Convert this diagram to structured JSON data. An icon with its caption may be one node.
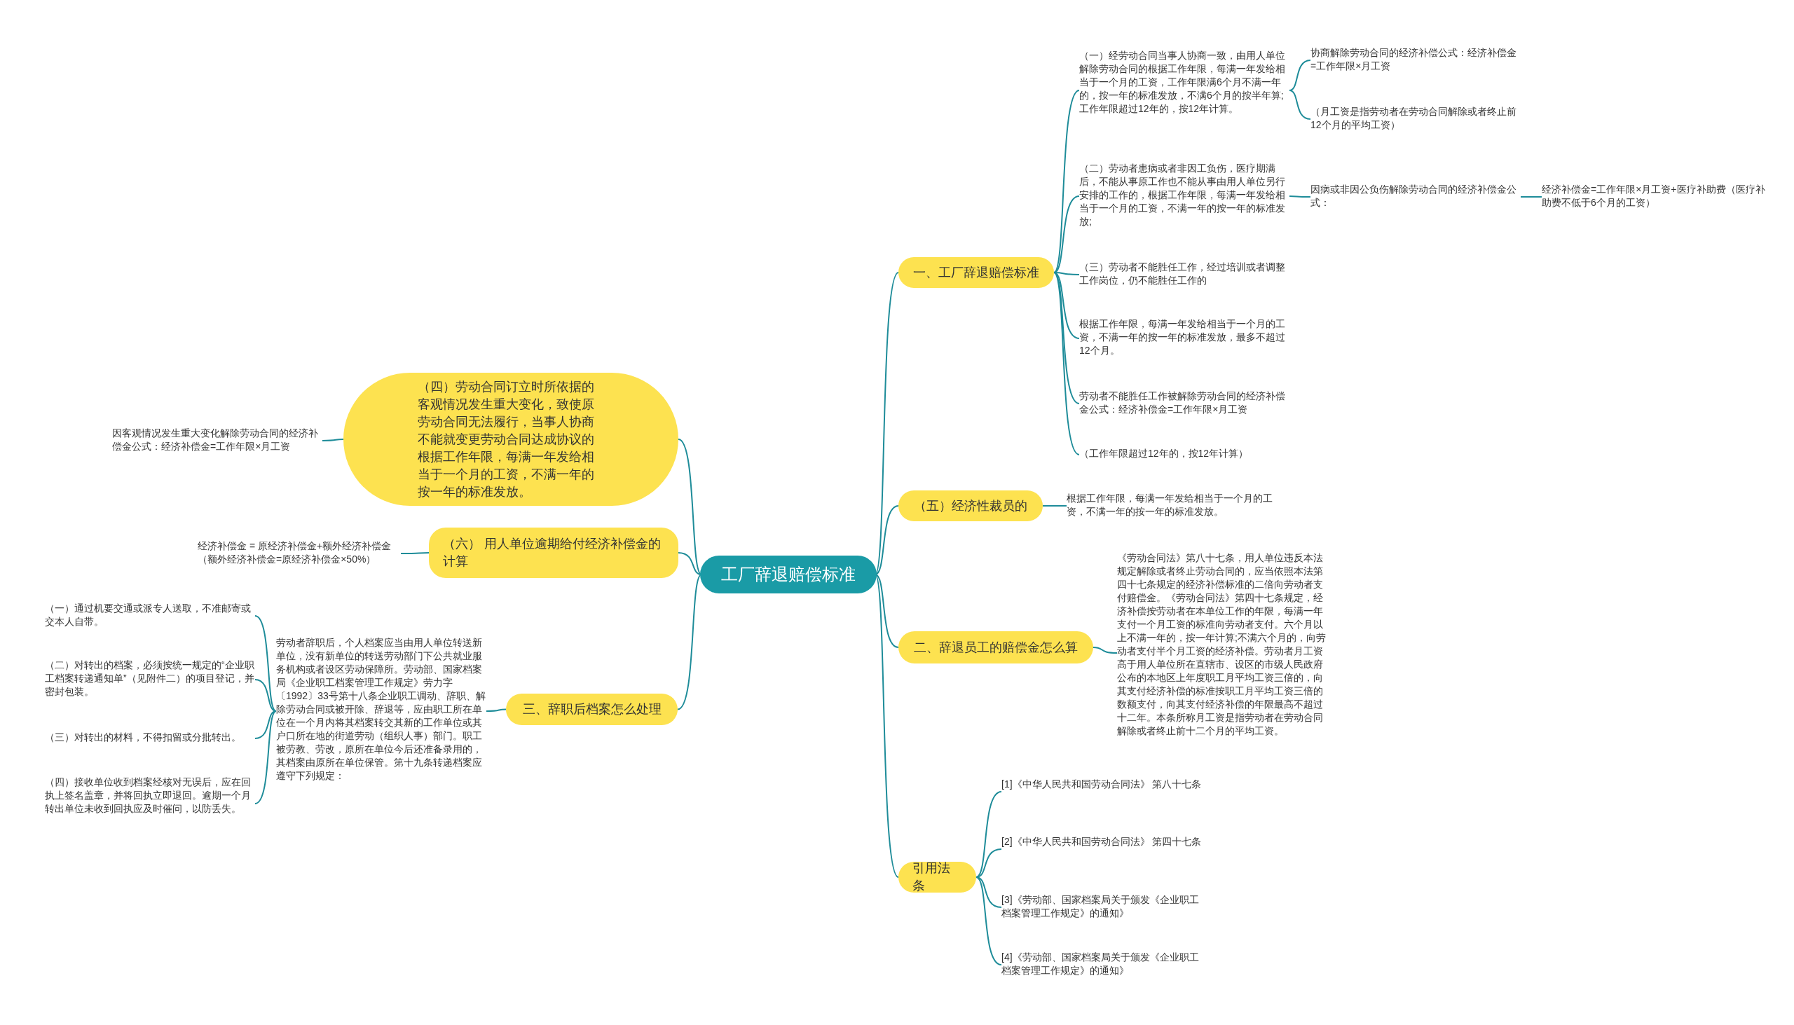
{
  "diagram": {
    "nodes": [
      {
        "text": [
          "工厂辞退赔偿标准"
        ]
      },
      {
        "text": [
          "一、工厂辞退赔偿标准"
        ]
      },
      {
        "text": [
          "（一）经劳动合同当事人协商一致，由用人单位解除劳动合同的根据工作年限，每满一年发给相当于一个月的工资，工作年限满6个月不满一年的，按一年的标准发放，不满6个月的按半年算;工作年限超过12年的，按12年计算。"
        ]
      },
      {
        "text": [
          "协商解除劳动合同的经济补偿公式：经济补偿金=工作年限×月工资"
        ]
      },
      {
        "text": [
          "（月工资是指劳动者在劳动合同解除或者终止前12个月的平均工资）"
        ]
      },
      {
        "text": [
          "（二）劳动者患病或者非因工负伤，医疗期满后，不能从事原工作也不能从事由用人单位另行安排的工作的，根据工作年限，每满一年发给相当于一个月的工资，不满一年的按一年的标准发放;"
        ]
      },
      {
        "text": [
          "因病或非因公负伤解除劳动合同的经济补偿金公式："
        ]
      },
      {
        "text": [
          "经济补偿金=工作年限×月工资+医疗补助费（医疗补助费不低于6个月的工资）"
        ]
      },
      {
        "text": [
          "（三）劳动者不能胜任工作，经过培训或者调整工作岗位，仍不能胜任工作的"
        ]
      },
      {
        "text": [
          "根据工作年限，每满一年发给相当于一个月的工资，不满一年的按一年的标准发放，最多不超过12个月。"
        ]
      },
      {
        "text": [
          "劳动者不能胜任工作被解除劳动合同的经济补偿金公式：经济补偿金=工作年限×月工资"
        ]
      },
      {
        "text": [
          "（工作年限超过12年的，按12年计算）"
        ]
      },
      {
        "text": [
          "（五）经济性裁员的"
        ]
      },
      {
        "text": [
          "根据工作年限，每满一年发给相当于一个月的工资，不满一年的按一年的标准发放。"
        ]
      },
      {
        "text": [
          "二、辞退员工的赔偿金怎么算"
        ]
      },
      {
        "text": [
          "《劳动合同法》第八十七条，用人单位违反本法规定解除或者终止劳动合同的，应当依照本法第四十七条规定的经济补偿标准的二倍向劳动者支付赔偿金。《劳动合同法》第四十七条规定，经济补偿按劳动者在本单位工作的年限，每满一年支付一个月工资的标准向劳动者支付。六个月以上不满一年的，按一年计算;不满六个月的，向劳动者支付半个月工资的经济补偿。劳动者月工资高于用人单位所在直辖市、设区的市级人民政府公布的本地区上年度职工月平均工资三倍的，向其支付经济补偿的标准按职工月平均工资三倍的数额支付，向其支付经济补偿的年限最高不超过十二年。本条所称月工资是指劳动者在劳动合同解除或者终止前十二个月的平均工资。"
        ]
      },
      {
        "text": [
          "引用法条"
        ]
      },
      {
        "text": [
          "[1]《中华人民共和国劳动合同法》 第八十七条"
        ]
      },
      {
        "text": [
          "[2]《中华人民共和国劳动合同法》 第四十七条"
        ]
      },
      {
        "text": [
          "[3]《劳动部、国家档案局关于颁发《企业职工档案管理工作规定》的通知》"
        ]
      },
      {
        "text": [
          "[4]《劳动部、国家档案局关于颁发《企业职工档案管理工作规定》的通知》"
        ]
      },
      {
        "text": [
          "三、辞职后档案怎么处理"
        ]
      },
      {
        "text": [
          "劳动者辞职后，个人档案应当由用人单位转送新单位，没有新单位的转送劳动部门下公共就业服务机构或者设区劳动保障所。劳动部、国家档案局《企业职工档案管理工作规定》劳力字〔1992〕33号第十八条企业职工调动、辞职、解除劳动合同或被开除、辞退等，应由职工所在单位在一个月内将其档案转交其新的工作单位或其户口所在地的街道劳动（组织人事）部门。职工被劳教、劳改，原所在单位今后还准备录用的，其档案由原所在单位保管。第十九条转递档案应遵守下列规定："
        ]
      },
      {
        "text": [
          "（一）通过机要交通或派专人送取，不准邮寄或交本人自带。"
        ]
      },
      {
        "text": [
          "（二）对转出的档案，必须按统一规定的“企业职工档案转递通知单”（见附件二）的项目登记，并密封包装。"
        ]
      },
      {
        "text": [
          "（三）对转出的材料，不得扣留或分批转出。"
        ]
      },
      {
        "text": [
          "（四）接收单位收到档案经核对无误后，应在回执上签名盖章，并将回执立即退回。逾期一个月转出单位未收到回执应及时催问，以防丢失。"
        ]
      },
      {
        "text": [
          "（四）劳动合同订立时所依据的客观情况发生重大变化，致使原劳动合同无法履行，当事人协商不能就变更劳动合同达成协议的根据工作年限，每满一年发给相当于一个月的工资，不满一年的按一年的标准发放。"
        ]
      },
      {
        "text": [
          "因客观情况发生重大变化解除劳动合同的经济补偿金公式：经济补偿金=工作年限×月工资"
        ]
      },
      {
        "text": [
          "（六） 用人单位逾期给付经济补偿金的计算"
        ]
      },
      {
        "text": [
          "经济补偿金 = 原经济补偿金+额外经济补偿金（额外经济补偿金=原经济补偿金×50%）"
        ]
      }
    ],
    "edges": [
      {
        "from": 0,
        "to": 1,
        "arrow": "none"
      },
      {
        "from": 1,
        "to": 2,
        "arrow": "none"
      },
      {
        "from": 2,
        "to": 3,
        "arrow": "none"
      },
      {
        "from": 2,
        "to": 4,
        "arrow": "none"
      },
      {
        "from": 1,
        "to": 5,
        "arrow": "none"
      },
      {
        "from": 5,
        "to": 6,
        "arrow": "none"
      },
      {
        "from": 6,
        "to": 7,
        "arrow": "none"
      },
      {
        "from": 1,
        "to": 8,
        "arrow": "none"
      },
      {
        "from": 1,
        "to": 9,
        "arrow": "none"
      },
      {
        "from": 1,
        "to": 10,
        "arrow": "none"
      },
      {
        "from": 1,
        "to": 11,
        "arrow": "none"
      },
      {
        "from": 0,
        "to": 12,
        "arrow": "none"
      },
      {
        "from": 12,
        "to": 13,
        "arrow": "none"
      },
      {
        "from": 0,
        "to": 14,
        "arrow": "none"
      },
      {
        "from": 14,
        "to": 15,
        "arrow": "none"
      },
      {
        "from": 0,
        "to": 16,
        "arrow": "none"
      },
      {
        "from": 16,
        "to": 17,
        "arrow": "none"
      },
      {
        "from": 16,
        "to": 18,
        "arrow": "none"
      },
      {
        "from": 16,
        "to": 19,
        "arrow": "none"
      },
      {
        "from": 16,
        "to": 20,
        "arrow": "none"
      },
      {
        "from": 0,
        "to": 21,
        "arrow": "none"
      },
      {
        "from": 21,
        "to": 22,
        "arrow": "none"
      },
      {
        "from": 22,
        "to": 23,
        "arrow": "none"
      },
      {
        "from": 22,
        "to": 24,
        "arrow": "none"
      },
      {
        "from": 22,
        "to": 25,
        "arrow": "none"
      },
      {
        "from": 22,
        "to": 26,
        "arrow": "none"
      },
      {
        "from": 0,
        "to": 27,
        "arrow": "none"
      },
      {
        "from": 27,
        "to": 28,
        "arrow": "none"
      },
      {
        "from": 0,
        "to": 29,
        "arrow": "none"
      },
      {
        "from": 29,
        "to": 30,
        "arrow": "none"
      }
    ]
  }
}
